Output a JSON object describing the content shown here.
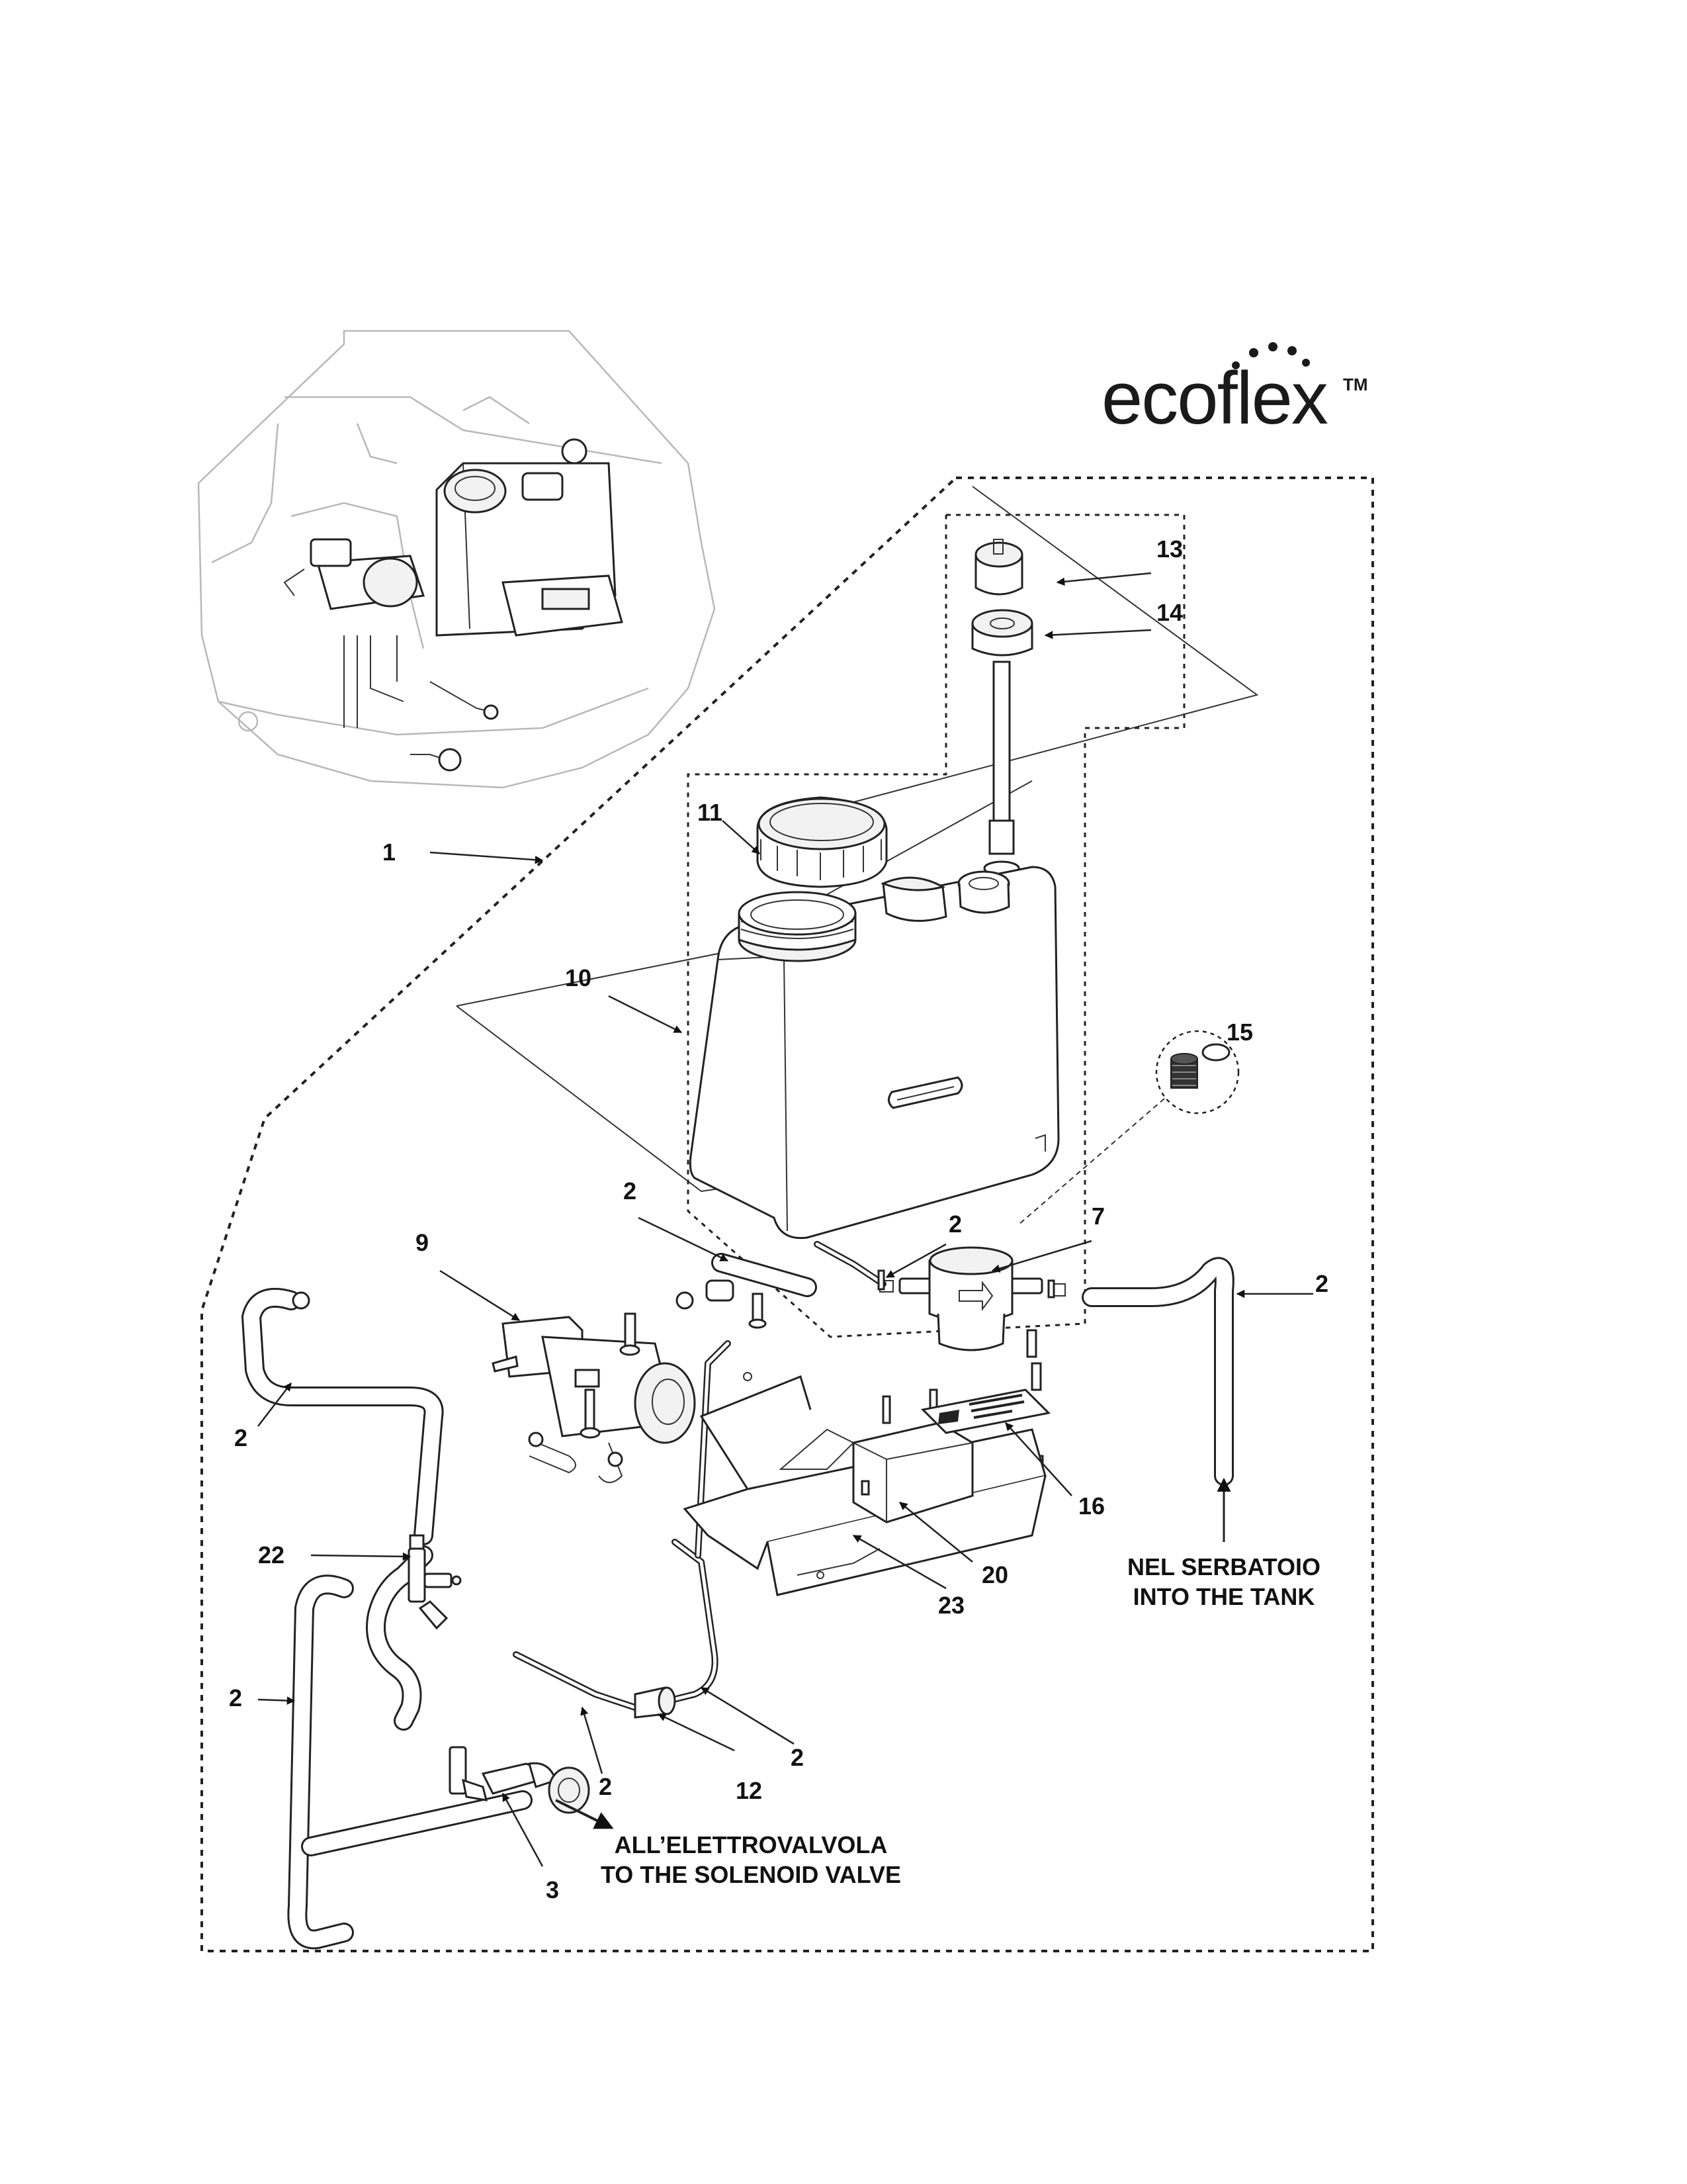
{
  "logo": {
    "text": "ecoflex",
    "trademark": "TM"
  },
  "callouts": {
    "c1": "1",
    "c2a": "2",
    "c2b": "2",
    "c2c": "2",
    "c2d": "2",
    "c2e": "2",
    "c2f": "2",
    "c2g": "2",
    "c3": "3",
    "c7": "7",
    "c9": "9",
    "c10": "10",
    "c11": "11",
    "c12": "12",
    "c13": "13",
    "c14": "14",
    "c15": "15",
    "c16": "16",
    "c20": "20",
    "c22": "22",
    "c23": "23"
  },
  "notes": {
    "tank_it": "NEL SERBATOIO",
    "tank_en": "INTO THE TANK",
    "valve_it": "ALL’ELETTROVALVOLA",
    "valve_en": "TO THE SOLENOID VALVE"
  }
}
